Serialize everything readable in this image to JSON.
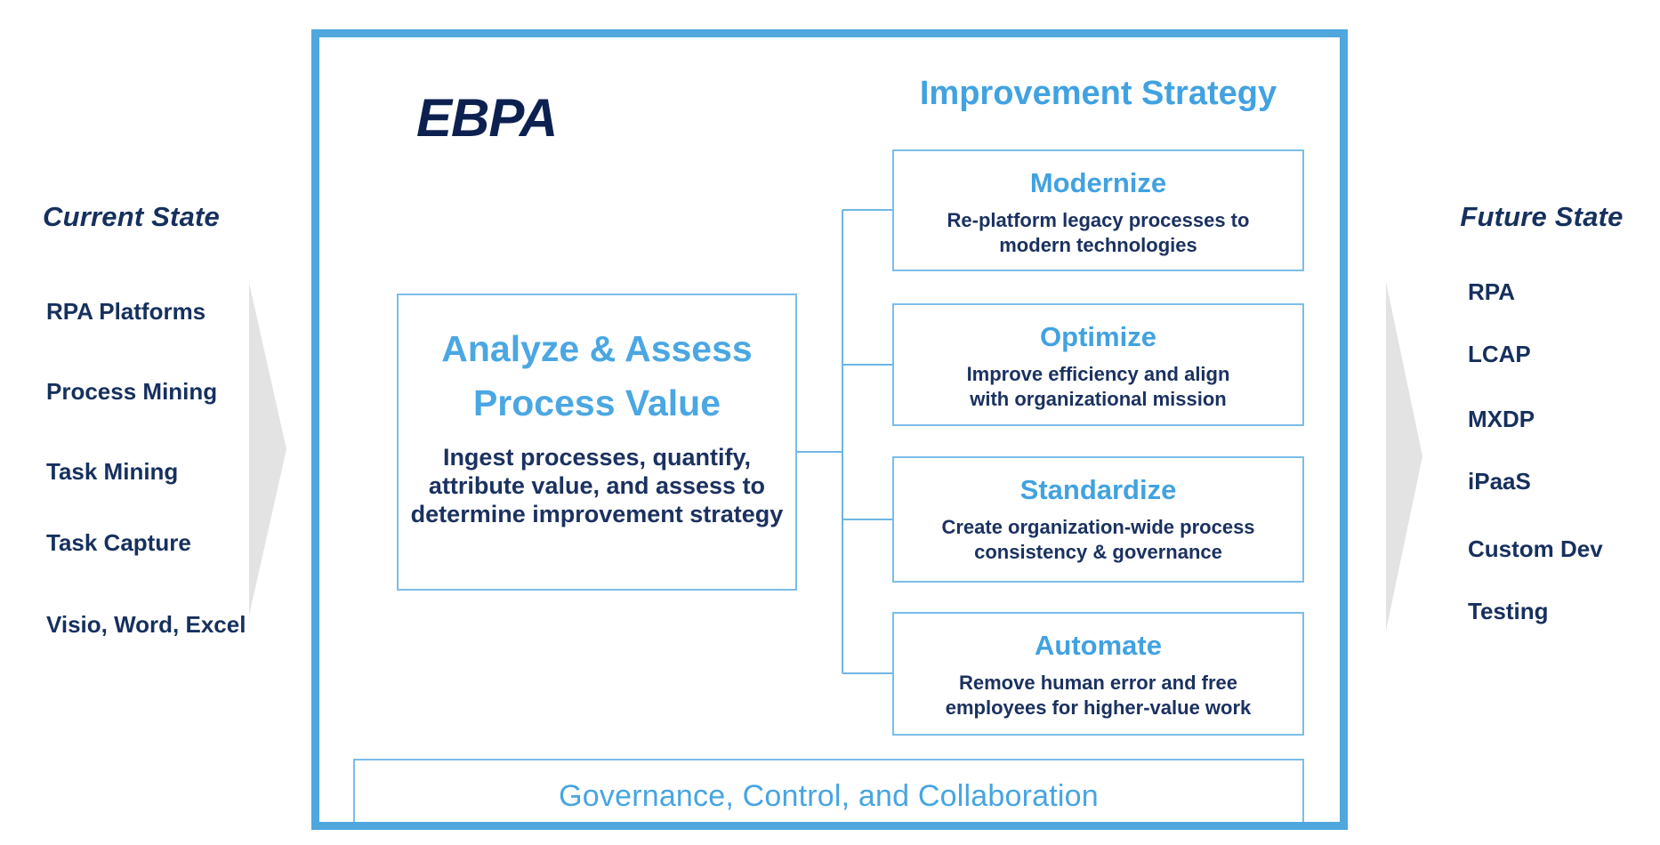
{
  "colors": {
    "accent_blue": "#41a2e1",
    "title_blue": "#4ba7e2",
    "navy_text": "#1b3160",
    "dark_navy": "#0d2150",
    "outer_border": "#4fa7de",
    "box_border": "#7bbde9",
    "connector": "#6fb5e5",
    "arrow_gray": "#e3e3e3"
  },
  "current_state": {
    "header": "Current State",
    "items": [
      "RPA Platforms",
      "Process Mining",
      "Task Mining",
      "Task Capture",
      "Visio, Word, Excel"
    ]
  },
  "future_state": {
    "header": "Future State",
    "items": [
      "RPA",
      "LCAP",
      "MXDP",
      "iPaaS",
      "Custom Dev",
      "Testing"
    ]
  },
  "main": {
    "title": "EBPA",
    "strategy_header": "Improvement Strategy",
    "analyze": {
      "title_lines": [
        "Analyze & Assess",
        "Process Value"
      ],
      "desc_lines": [
        "Ingest processes, quantify,",
        "attribute value, and assess to",
        "determine improvement strategy"
      ]
    },
    "strategies": [
      {
        "title": "Modernize",
        "desc_lines": [
          "Re-platform legacy processes to",
          "modern technologies"
        ]
      },
      {
        "title": "Optimize",
        "desc_lines": [
          "Improve efficiency and align",
          "with organizational mission"
        ]
      },
      {
        "title": "Standardize",
        "desc_lines": [
          "Create organization-wide process",
          "consistency & governance"
        ]
      },
      {
        "title": "Automate",
        "desc_lines": [
          "Remove human error and free",
          "employees for higher-value work"
        ]
      }
    ],
    "governance": "Governance, Control, and Collaboration"
  }
}
